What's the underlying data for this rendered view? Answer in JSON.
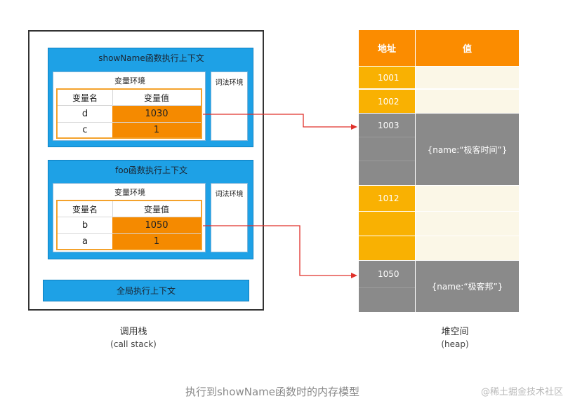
{
  "call_stack": {
    "contexts": [
      {
        "title": "showName函数执行上下文",
        "variable_env_title": "变量环境",
        "lexical_env_title": "词法环境",
        "header": [
          "变量名",
          "变量值"
        ],
        "rows": [
          {
            "name": "d",
            "value": "1030"
          },
          {
            "name": "c",
            "value": "1"
          }
        ]
      },
      {
        "title": "foo函数执行上下文",
        "variable_env_title": "变量环境",
        "lexical_env_title": "词法环境",
        "header": [
          "变量名",
          "变量值"
        ],
        "rows": [
          {
            "name": "b",
            "value": "1050"
          },
          {
            "name": "a",
            "value": "1"
          }
        ]
      }
    ],
    "global_context": "全局执行上下文",
    "label": "调用栈",
    "sublabel": "(call stack)"
  },
  "heap": {
    "header": {
      "address": "地址",
      "value": "值"
    },
    "addresses": [
      "1001",
      "1002",
      "1003",
      "1012",
      "1050"
    ],
    "objects": [
      "{name:“极客时间”}",
      "{name:“极客邦”}"
    ],
    "label": "堆空间",
    "sublabel": "(heap)"
  },
  "colors": {
    "context_blue": "#1ea1e6",
    "value_orange": "#f58a00",
    "heap_header_orange": "#fb8c00",
    "heap_addr_yellow": "#f9b102",
    "heap_gray": "#8a8a8a",
    "heap_cream": "#fbf7e7",
    "arrow_red": "#e0312b"
  },
  "caption": "执行到showName函数时的内存模型",
  "watermark": "@稀土掘金技术社区"
}
